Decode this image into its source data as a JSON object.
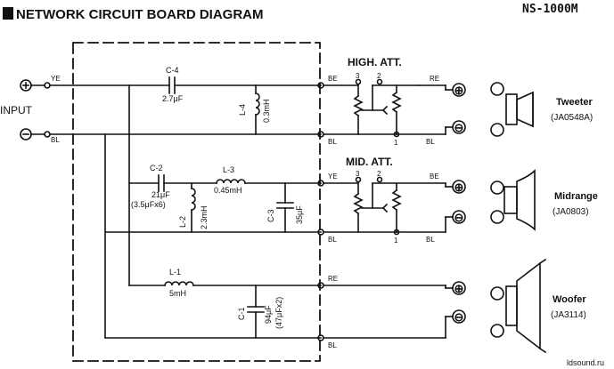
{
  "header": {
    "title": "NETWORK CIRCUIT BOARD DIAGRAM",
    "model": "NS-1000M"
  },
  "input": {
    "label": "INPUT",
    "plus_symbol": "⊕",
    "minus_symbol": "⊖",
    "ye_label": "YE",
    "bl_label": "BL"
  },
  "components": {
    "c4_name": "C-4",
    "c4_value": "2.7μF",
    "l4_name": "L-4",
    "l4_value": "0.3mH",
    "c2_name": "C-2",
    "c2_value": "21μF",
    "c2_detail": "(3.5μFx6)",
    "l3_name": "L-3",
    "l3_value": "0.45mH",
    "l2_name": "L-2",
    "l2_value": "2.3mH",
    "c3_name": "C-3",
    "c3_value": "35μF",
    "l1_name": "L-1",
    "l1_value": "5mH",
    "c1_name": "C-1",
    "c1_value": "94μF",
    "c1_detail": "(47μFx2)"
  },
  "attenuators": {
    "high_label": "HIGH. ATT.",
    "mid_label": "MID. ATT.",
    "pin_1": "1",
    "pin_2": "2",
    "pin_3": "3"
  },
  "wire_labels": {
    "be": "BE",
    "bl": "BL",
    "ye": "YE",
    "re": "RE"
  },
  "speakers": {
    "tweeter_name": "Tweeter",
    "tweeter_model": "(JA0548A)",
    "midrange_name": "Midrange",
    "midrange_model": "(JA0803)",
    "woofer_name": "Woofer",
    "woofer_model": "(JA3114)",
    "plus_symbol": "⊕",
    "minus_symbol": "⊖"
  },
  "footer": {
    "watermark": "ldsound.ru"
  },
  "colors": {
    "ink": "#111111",
    "background": "#ffffff"
  }
}
